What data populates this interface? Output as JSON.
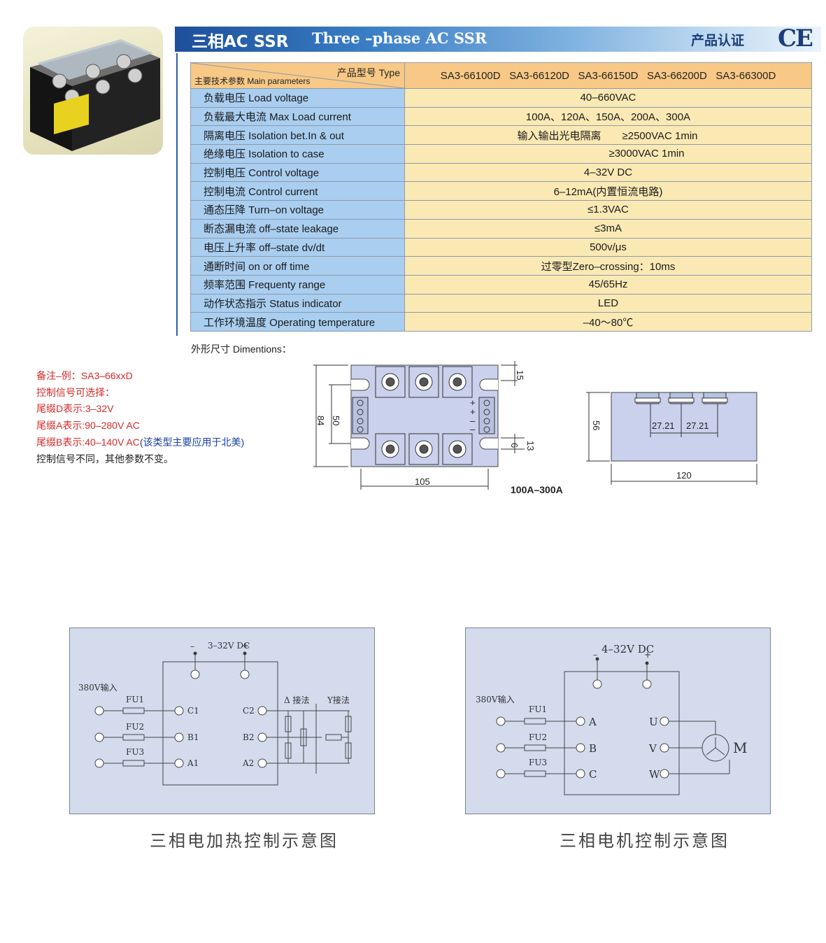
{
  "header": {
    "title_cn": "三相AC SSR",
    "title_en": "Three –phase AC SSR",
    "cert_label": "产品认证",
    "cert_mark": "CE"
  },
  "photo": {
    "label_icon": "three-phase-ssr-module-photo"
  },
  "spec_table": {
    "header_type": "产品型号 Type",
    "header_main": "主要技术参数 Main parameters",
    "models": [
      "SA3-66100D",
      "SA3-66120D",
      "SA3-66150D",
      "SA3-66200D",
      "SA3-66300D"
    ],
    "rows": [
      {
        "label": "负载电压 Load voltage",
        "value": "40–660VAC"
      },
      {
        "label": "负载最大电流 Max Load current",
        "value": "100A、120A、150A、200A、300A"
      },
      {
        "label": "隔离电压 Isolation bet.In & out",
        "note": "输入输出光电隔离",
        "value": "≥2500VAC 1min"
      },
      {
        "label": "绝缘电压 Isolation to case",
        "value": "≥3000VAC 1min"
      },
      {
        "label": "控制电压 Control voltage",
        "value": "4–32V DC"
      },
      {
        "label": "控制电流 Control current",
        "value": "6–12mA(内置恒流电路)"
      },
      {
        "label": "通态压降 Turn–on voltage",
        "value": "≤1.3VAC"
      },
      {
        "label": "断态漏电流 off–state leakage",
        "value": "≤3mA"
      },
      {
        "label": "电压上升率 off–state dv/dt",
        "value": "500v/μs"
      },
      {
        "label": "通断时间 on or off time",
        "value": "过零型Zero–crossing：10ms"
      },
      {
        "label": "频率范围 Frequenty range",
        "value": "45/65Hz"
      },
      {
        "label": "动作状态指示 Status indicator",
        "value": "LED"
      },
      {
        "label": "工作环境温度 Operating temperature",
        "value": "–40～80℃"
      }
    ]
  },
  "dimensions": {
    "label": "外形尺寸 Dimentions：",
    "front": {
      "d84": "84",
      "d50": "50",
      "d105": "105",
      "d15": "15",
      "d13": "13",
      "d6": "6",
      "terminals": [
        "+",
        "+",
        "–",
        "–"
      ]
    },
    "side": {
      "d56": "56",
      "d120": "120",
      "d27a": "27.21",
      "d27b": "27.21"
    },
    "range": "100A–300A"
  },
  "notes": [
    {
      "text": "备注–例：SA3–66xxD",
      "color": "red"
    },
    {
      "text": "控制信号可选择：",
      "color": "red"
    },
    {
      "text": "尾缀D表示:3–32V",
      "color": "red"
    },
    {
      "text": "尾缀A表示:90–280V AC",
      "color": "red"
    },
    {
      "text": "尾缀B表示:40–140V AC",
      "color": "red",
      "suffix": "(该类型主要应用于北美)",
      "suffix_color": "blue"
    },
    {
      "text": "控制信号不同，其他参数不变。",
      "color": "black"
    }
  ],
  "wiring_heating": {
    "dc_label": "3–32V DC",
    "minus": "–",
    "plus": "+",
    "input_label": "380V输入",
    "fuses": [
      "FU1",
      "FU2",
      "FU3"
    ],
    "in_terminals": [
      "C1",
      "B1",
      "A1"
    ],
    "out_terminals": [
      "C2",
      "B2",
      "A2"
    ],
    "delta_label": "Δ 接法",
    "star_label": "Y接法",
    "caption": "三相电加热控制示意图"
  },
  "wiring_motor": {
    "dc_label": "4–32V DC",
    "minus": "–",
    "plus": "+",
    "input_label": "380V输入",
    "fuses": [
      "FU1",
      "FU2",
      "FU3"
    ],
    "in_terminals": [
      "A",
      "B",
      "C"
    ],
    "out_terminals": [
      "U",
      "V",
      "W"
    ],
    "motor_label": "M",
    "caption": "三相电机控制示意图"
  }
}
